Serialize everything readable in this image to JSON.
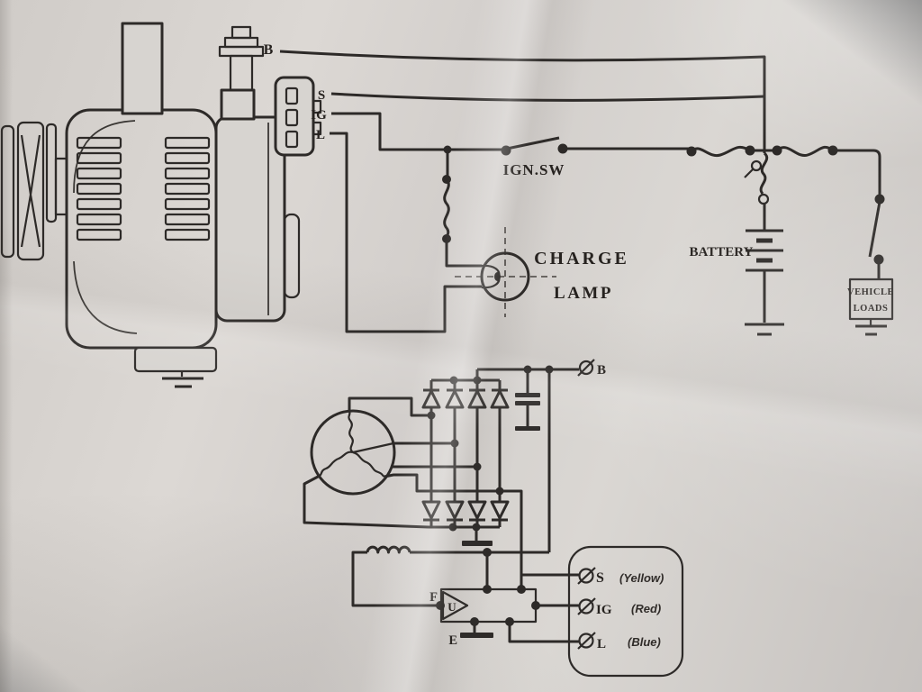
{
  "colors": {
    "paper": "#d6d3d0",
    "ink": "#2d2a28"
  },
  "alternator_drawing": {
    "output_post_label": "B"
  },
  "connector": {
    "pin_s": "S",
    "pin_ig": "IG",
    "pin_l": "L"
  },
  "circuit": {
    "ignition_switch_label": "IGN.SW",
    "charge_lamp_label_line1": "CHARGE",
    "charge_lamp_label_line2": "LAMP",
    "battery_label": "BATTERY",
    "vehicle_loads_label_line1": "VEHICLE",
    "vehicle_loads_label_line2": "LOADS"
  },
  "internal_schematic": {
    "output_terminal_label": "B",
    "sense_terminal_label": "S",
    "sense_wire_color": "(Yellow)",
    "ignition_terminal_label": "IG",
    "ignition_wire_color": "(Red)",
    "lamp_terminal_label": "L",
    "lamp_wire_color": "(Blue)",
    "regulator_f_label": "F",
    "regulator_u_label": "U",
    "regulator_e_label": "E"
  }
}
